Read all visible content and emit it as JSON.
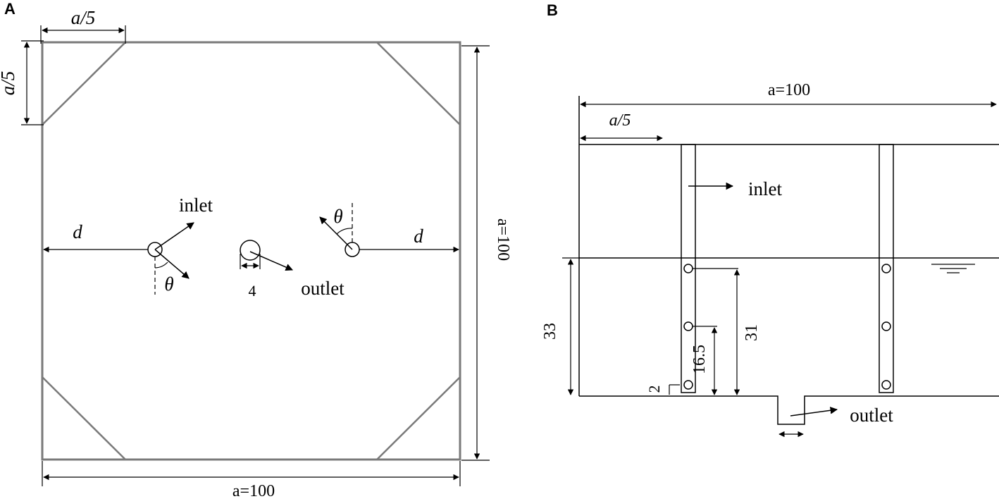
{
  "panels": {
    "a": {
      "label": "A",
      "chamfer_top_label": "a/5",
      "chamfer_side_label": "a/5",
      "width_label": "a=100",
      "height_label": "a=100",
      "inlet_label": "inlet",
      "outlet_label": "outlet",
      "d_left": "d",
      "d_right": "d",
      "theta_left": "θ",
      "theta_right": "θ",
      "outlet_dia": "4"
    },
    "b": {
      "label": "B",
      "width_label": "a=100",
      "offset_label": "a/5",
      "inlet_label": "inlet",
      "outlet_label": "outlet",
      "water_depth": "33",
      "nozzle_spacing_top": "31",
      "nozzle_spacing_mid": "16.5",
      "nozzle_bottom": "2"
    }
  }
}
